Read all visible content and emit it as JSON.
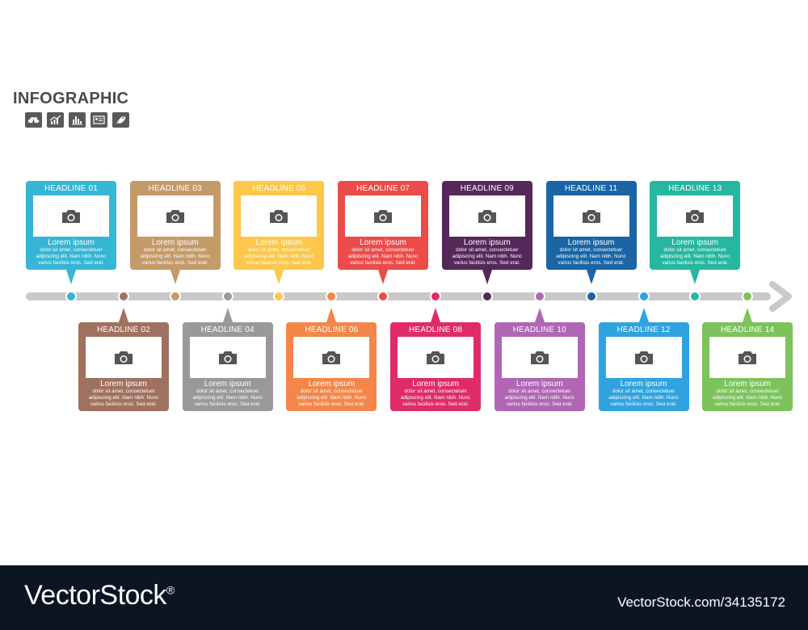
{
  "header": {
    "title": "INFOGRAPHIC",
    "icons": [
      "cloud-icon",
      "growth-chart-icon",
      "bar-chart-icon",
      "id-card-icon",
      "satellite-dish-icon"
    ]
  },
  "timeline": {
    "line_color": "#c9c9c9",
    "items": [
      {
        "headline": "HEADLINE 01",
        "title": "Lorem ipsum",
        "text": [
          "dolor sit amet, consectetuer",
          "adipiscing elit. Nam nibh. Nunc",
          "varius facilisis eros. Sed erat."
        ],
        "color": "#35b6d4",
        "position": "top"
      },
      {
        "headline": "HEADLINE 02",
        "title": "Lorem ipsum",
        "text": [
          "dolor sit amet, consectetuer",
          "adipiscing elit. Nam nibh. Nunc",
          "varius facilisis eros. Sed erat."
        ],
        "color": "#a0715e",
        "position": "bottom"
      },
      {
        "headline": "HEADLINE 03",
        "title": "Lorem ipsum",
        "text": [
          "dolor sit amet, consectetuer",
          "adipiscing elit. Nam nibh. Nunc",
          "varius facilisis eros. Sed erat."
        ],
        "color": "#c49a68",
        "position": "top"
      },
      {
        "headline": "HEADLINE 04",
        "title": "Lorem ipsum",
        "text": [
          "dolor sit amet, consectetuer",
          "adipiscing elit. Nam nibh. Nunc",
          "varius facilisis eros. Sed erat."
        ],
        "color": "#999999",
        "position": "bottom"
      },
      {
        "headline": "HEADLINE 05",
        "title": "Lorem ipsum",
        "text": [
          "dolor sit amet, consectetuer",
          "adipiscing elit. Nam nibh. Nunc",
          "varius facilisis eros. Sed erat."
        ],
        "color": "#fcc74a",
        "position": "top"
      },
      {
        "headline": "HEADLINE 06",
        "title": "Lorem ipsum",
        "text": [
          "dolor sit amet, consectetuer",
          "adipiscing elit. Nam nibh. Nunc",
          "varius facilisis eros. Sed erat."
        ],
        "color": "#f4864a",
        "position": "bottom"
      },
      {
        "headline": "HEADLINE 07",
        "title": "Lorem ipsum",
        "text": [
          "dolor sit amet, consectetuer",
          "adipiscing elit. Nam nibh. Nunc",
          "varius facilisis eros. Sed erat."
        ],
        "color": "#ec4c49",
        "position": "top"
      },
      {
        "headline": "HEADLINE 08",
        "title": "Lorem ipsum",
        "text": [
          "dolor sit amet, consectetuer",
          "adipiscing elit. Nam nibh. Nunc",
          "varius facilisis eros. Sed erat."
        ],
        "color": "#df2c66",
        "position": "bottom"
      },
      {
        "headline": "HEADLINE 09",
        "title": "Lorem ipsum",
        "text": [
          "dolor sit amet, consectetuer",
          "adipiscing elit. Nam nibh. Nunc",
          "varius facilisis eros. Sed erat."
        ],
        "color": "#55285a",
        "position": "top"
      },
      {
        "headline": "HEADLINE 10",
        "title": "Lorem ipsum",
        "text": [
          "dolor sit amet, consectetuer",
          "adipiscing elit. Nam nibh. Nunc",
          "varius facilisis eros. Sed erat."
        ],
        "color": "#b066b4",
        "position": "bottom"
      },
      {
        "headline": "HEADLINE 11",
        "title": "Lorem ipsum",
        "text": [
          "dolor sit amet, consectetuer",
          "adipiscing elit. Nam nibh. Nunc",
          "varius facilisis eros. Sed erat."
        ],
        "color": "#1965a6",
        "position": "top"
      },
      {
        "headline": "HEADLINE 12",
        "title": "Lorem ipsum",
        "text": [
          "dolor sit amet, consectetuer",
          "adipiscing elit. Nam nibh. Nunc",
          "varius facilisis eros. Sed erat."
        ],
        "color": "#2ea3df",
        "position": "bottom"
      },
      {
        "headline": "HEADLINE 13",
        "title": "Lorem ipsum",
        "text": [
          "dolor sit amet, consectetuer",
          "adipiscing elit. Nam nibh. Nunc",
          "varius facilisis eros. Sed erat."
        ],
        "color": "#26b79f",
        "position": "top"
      },
      {
        "headline": "HEADLINE 14",
        "title": "Lorem ipsum",
        "text": [
          "dolor sit amet, consectetuer",
          "adipiscing elit. Nam nibh. Nunc",
          "varius facilisis eros. Sed erat."
        ],
        "color": "#7cc35b",
        "position": "bottom"
      }
    ]
  },
  "footer": {
    "brand": "VectorStock",
    "registered": "®",
    "url": "VectorStock.com/34135172"
  }
}
